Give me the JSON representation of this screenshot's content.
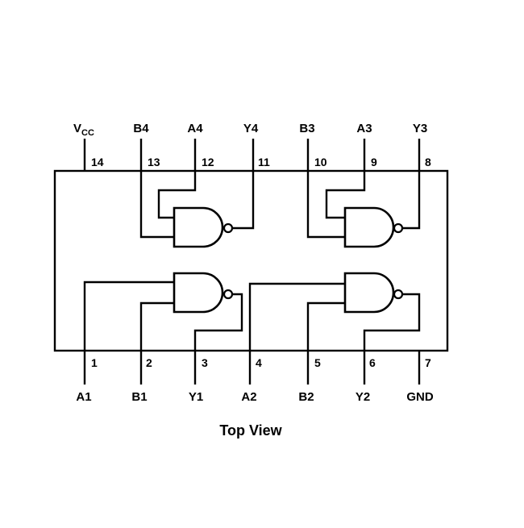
{
  "diagram": {
    "caption": "Top View",
    "top_pins": [
      {
        "number": "14",
        "name": "V",
        "subscript": "CC"
      },
      {
        "number": "13",
        "name": "B4"
      },
      {
        "number": "12",
        "name": "A4"
      },
      {
        "number": "11",
        "name": "Y4"
      },
      {
        "number": "10",
        "name": "B3"
      },
      {
        "number": "9",
        "name": "A3"
      },
      {
        "number": "8",
        "name": "Y3"
      }
    ],
    "bottom_pins": [
      {
        "number": "1",
        "name": "A1"
      },
      {
        "number": "2",
        "name": "B1"
      },
      {
        "number": "3",
        "name": "Y1"
      },
      {
        "number": "4",
        "name": "A2"
      },
      {
        "number": "5",
        "name": "B2"
      },
      {
        "number": "6",
        "name": "Y2"
      },
      {
        "number": "7",
        "name": "GND"
      }
    ],
    "gates": [
      {
        "id": "gate-4",
        "type": "NAND",
        "inputs": [
          "A4",
          "B4"
        ],
        "output": "Y4"
      },
      {
        "id": "gate-3",
        "type": "NAND",
        "inputs": [
          "A3",
          "B3"
        ],
        "output": "Y3"
      },
      {
        "id": "gate-1",
        "type": "NAND",
        "inputs": [
          "A1",
          "B1"
        ],
        "output": "Y1"
      },
      {
        "id": "gate-2",
        "type": "NAND",
        "inputs": [
          "A2",
          "B2"
        ],
        "output": "Y2"
      }
    ]
  }
}
